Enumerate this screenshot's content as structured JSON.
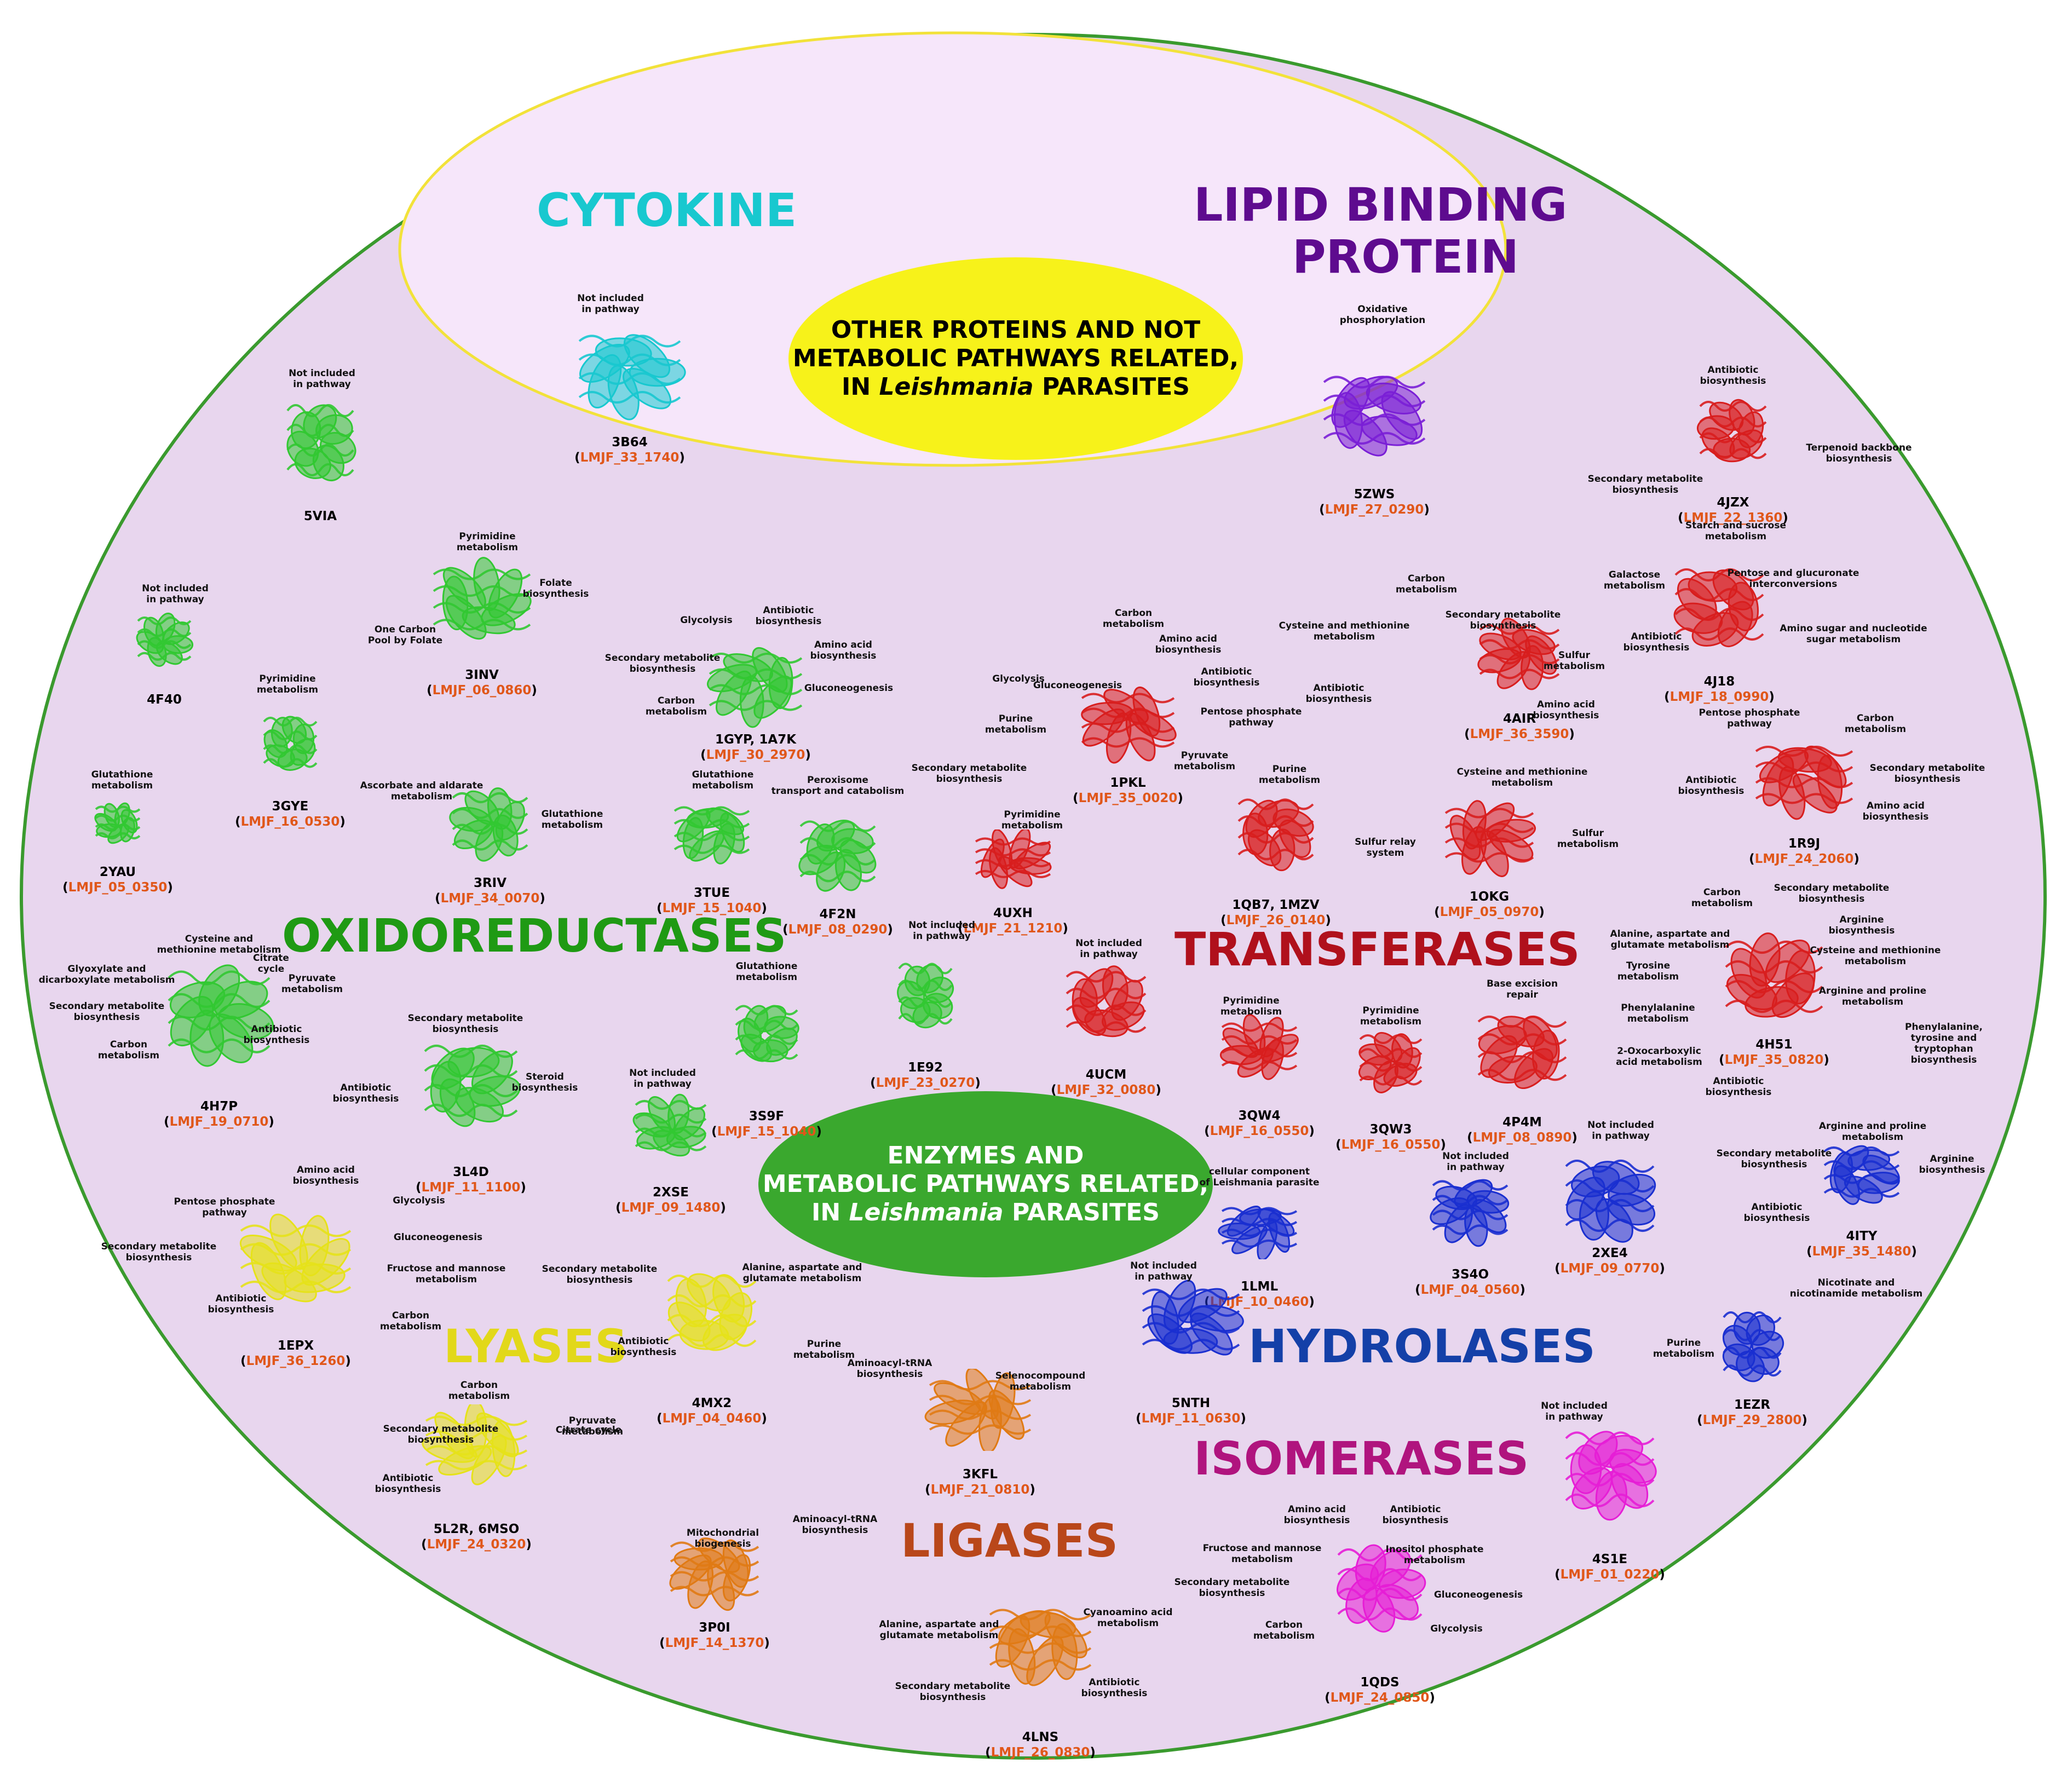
{
  "colors": {
    "outer_fill": "#e8d6ee",
    "outer_stroke": "#3a9a2e",
    "inner_fill": "#f6e6fa",
    "inner_stroke": "#f2e23a",
    "oxidoreductases": "#1f9a14",
    "transferases": "#b0101c",
    "hydrolases": "#1440a8",
    "lyases": "#e2d81a",
    "isomerases": "#b0147e",
    "ligases": "#b9471a",
    "cytokine": "#18c8cf",
    "lipid": "#5e0b8f",
    "code": "#e0571a"
  },
  "centers": {
    "other": {
      "line1": "OTHER PROTEINS AND NOT",
      "line2": "METABOLIC PATHWAYS RELATED,",
      "line3_pre": "IN ",
      "line3_italic": "Leishmania",
      "line3_post": " PARASITES"
    },
    "enzymes": {
      "line1": "ENZYMES AND",
      "line2": "METABOLIC PATHWAYS RELATED,",
      "line3_pre": "IN ",
      "line3_italic": "Leishmania",
      "line3_post": " PARASITES"
    }
  },
  "categories": {
    "cytokine": "CYTOKINE",
    "lipid1": "LIPID BINDING",
    "lipid2": "PROTEIN",
    "oxidoreductases": "OXIDOREDUCTASES",
    "transferases": "TRANSFERASES",
    "hydrolases": "HYDROLASES",
    "lyases": "LYASES",
    "isomerases": "ISOMERASES",
    "ligases": "LIGASES"
  },
  "proteins": [
    {
      "pdb": "3B64",
      "gene": "LMJF_33_1740",
      "icon": "cyan-protein-icon",
      "color": "#18c8cf"
    },
    {
      "pdb": "5ZWS",
      "gene": "LMJF_27_0290",
      "icon": "purple-protein-icon",
      "color": "#7a1fd6"
    },
    {
      "pdb": "5VIA",
      "gene": "",
      "icon": "green-protein-icon",
      "color": "#32c832"
    },
    {
      "pdb": "4F40",
      "gene": "",
      "icon": "green-protein-icon",
      "color": "#32c832"
    },
    {
      "pdb": "3INV",
      "gene": "LMJF_06_0860",
      "icon": "green-protein-icon",
      "color": "#32c832"
    },
    {
      "pdb": "3GYE",
      "gene": "LMJF_16_0530",
      "icon": "green-protein-icon",
      "color": "#32c832"
    },
    {
      "pdb": "2YAU",
      "gene": "LMJF_05_0350",
      "icon": "green-protein-icon",
      "color": "#32c832"
    },
    {
      "pdb": "3RIV",
      "gene": "LMJF_34_0070",
      "icon": "green-protein-icon",
      "color": "#32c832"
    },
    {
      "pdb": "1GYP, 1A7K",
      "gene": "LMJF_30_2970",
      "icon": "green-protein-icon",
      "color": "#32c832"
    },
    {
      "pdb": "3TUE",
      "gene": "LMJF_15_1040",
      "icon": "green-protein-icon",
      "color": "#32c832"
    },
    {
      "pdb": "4F2N",
      "gene": "LMJF_08_0290",
      "icon": "green-protein-icon",
      "color": "#32c832"
    },
    {
      "pdb": "4H7P",
      "gene": "LMJF_19_0710",
      "icon": "green-protein-icon",
      "color": "#32c832"
    },
    {
      "pdb": "3L4D",
      "gene": "LMJF_11_1100",
      "icon": "green-protein-icon",
      "color": "#32c832"
    },
    {
      "pdb": "3S9F",
      "gene": "LMJF_15_1040",
      "icon": "green-protein-icon",
      "color": "#32c832"
    },
    {
      "pdb": "1E92",
      "gene": "LMJF_23_0270",
      "icon": "green-protein-icon",
      "color": "#32c832"
    },
    {
      "pdb": "2XSE",
      "gene": "LMJF_09_1480",
      "icon": "green-protein-icon",
      "color": "#32c832"
    },
    {
      "pdb": "4JZX",
      "gene": "LMJF_22_1360",
      "icon": "red-protein-icon",
      "color": "#d81e1e"
    },
    {
      "pdb": "4J18",
      "gene": "LMJF_18_0990",
      "icon": "red-protein-icon",
      "color": "#d81e1e"
    },
    {
      "pdb": "4AIR",
      "gene": "LMJF_36_3590",
      "icon": "red-protein-icon",
      "color": "#d81e1e"
    },
    {
      "pdb": "1PKL",
      "gene": "LMJF_35_0020",
      "icon": "red-protein-icon",
      "color": "#d81e1e"
    },
    {
      "pdb": "1R9J",
      "gene": "LMJF_24_2060",
      "icon": "red-protein-icon",
      "color": "#d81e1e"
    },
    {
      "pdb": "1QB7, 1MZV",
      "gene": "LMJF_26_0140",
      "icon": "red-protein-icon",
      "color": "#d81e1e"
    },
    {
      "pdb": "1OKG",
      "gene": "LMJF_05_0970",
      "icon": "red-protein-icon",
      "color": "#d81e1e"
    },
    {
      "pdb": "4UXH",
      "gene": "LMJF_21_1210",
      "icon": "red-protein-icon",
      "color": "#d81e1e"
    },
    {
      "pdb": "4UCM",
      "gene": "LMJF_32_0080",
      "icon": "red-protein-icon",
      "color": "#d81e1e"
    },
    {
      "pdb": "4H51",
      "gene": "LMJF_35_0820",
      "icon": "red-protein-icon",
      "color": "#d81e1e"
    },
    {
      "pdb": "3QW4",
      "gene": "LMJF_16_0550",
      "icon": "red-protein-icon",
      "color": "#d81e1e"
    },
    {
      "pdb": "3QW3",
      "gene": "LMJF_16_0550",
      "icon": "red-protein-icon",
      "color": "#d81e1e"
    },
    {
      "pdb": "4P4M",
      "gene": "LMJF_08_0890",
      "icon": "red-protein-icon",
      "color": "#d81e1e"
    },
    {
      "pdb": "1LML",
      "gene": "LMJF_10_0460",
      "icon": "blue-protein-icon",
      "color": "#1a2fd0"
    },
    {
      "pdb": "3S4O",
      "gene": "LMJF_04_0560",
      "icon": "blue-protein-icon",
      "color": "#1a2fd0"
    },
    {
      "pdb": "2XE4",
      "gene": "LMJF_09_0770",
      "icon": "blue-protein-icon",
      "color": "#1a2fd0"
    },
    {
      "pdb": "4ITY",
      "gene": "LMJF_35_1480",
      "icon": "blue-protein-icon",
      "color": "#1a2fd0"
    },
    {
      "pdb": "5NTH",
      "gene": "LMJF_11_0630",
      "icon": "blue-protein-icon",
      "color": "#1a2fd0"
    },
    {
      "pdb": "1EZR",
      "gene": "LMJF_29_2800",
      "icon": "blue-protein-icon",
      "color": "#1a2fd0"
    },
    {
      "pdb": "1EPX",
      "gene": "LMJF_36_1260",
      "icon": "yellow-protein-icon",
      "color": "#e6e21a"
    },
    {
      "pdb": "4MX2",
      "gene": "LMJF_04_0460",
      "icon": "yellow-protein-icon",
      "color": "#e6e21a"
    },
    {
      "pdb": "5L2R, 6MSO",
      "gene": "LMJF_24_0320",
      "icon": "yellow-protein-icon",
      "color": "#e6e21a"
    },
    {
      "pdb": "3KFL",
      "gene": "LMJF_21_0810",
      "icon": "orange-protein-icon",
      "color": "#e07a14"
    },
    {
      "pdb": "3P0I",
      "gene": "LMJF_14_1370",
      "icon": "orange-protein-icon",
      "color": "#e07a14"
    },
    {
      "pdb": "4LNS",
      "gene": "LMJF_26_0830",
      "icon": "orange-protein-icon",
      "color": "#e07a14"
    },
    {
      "pdb": "4S1E",
      "gene": "LMJF_01_0220",
      "icon": "magenta-protein-icon",
      "color": "#e61ed6"
    },
    {
      "pdb": "1QDS",
      "gene": "LMJF_24_0850",
      "icon": "magenta-protein-icon",
      "color": "#e61ed6"
    }
  ],
  "labels": [
    "Not included\nin pathway",
    "Oxidative\nphosphorylation",
    "Not included\nin pathway",
    "Not included\nin pathway",
    "Pyrimidine\nmetabolism",
    "Folate\nbiosynthesis",
    "One Carbon\nPool by Folate",
    "Pyrimidine\nmetabolism",
    "Glutathione\nmetabolism",
    "Ascorbate and aldarate\nmetabolism",
    "Glutathione\nmetabolism",
    "Glycolysis",
    "Antibiotic\nbiosynthesis",
    "Amino acid\nbiosynthesis",
    "Secondary metabolite\nbiosynthesis",
    "Carbon\nmetabolism",
    "Gluconeogenesis",
    "Glutathione\nmetabolism",
    "Peroxisome\ntransport and catabolism",
    "Cysteine and\nmethionine metabolism",
    "Citrate\ncycle",
    "Glyoxylate and\ndicarboxylate metabolism",
    "Pyruvate\nmetabolism",
    "Secondary metabolite\nbiosynthesis",
    "Antibiotic\nbiosynthesis",
    "Carbon\nmetabolism",
    "Secondary metabolite\nbiosynthesis",
    "Steroid\nbiosynthesis",
    "Antibiotic\nbiosynthesis",
    "Glutathione\nmetabolism",
    "Not included\nin pathway",
    "Not included\nin pathway",
    "Antibiotic\nbiosynthesis",
    "Terpenoid backbone\nbiosynthesis",
    "Secondary metabolite\nbiosynthesis",
    "Starch and sucrose\nmetabolism",
    "Galactose\nmetabolism",
    "Pentose and glucuronate\ninterconversions",
    "Amino sugar and nucleotide\nsugar metabolism",
    "Antibiotic\nbiosynthesis",
    "Carbon\nmetabolism",
    "Cysteine and methionine\nmetabolism",
    "Secondary metabolite\nbiosynthesis",
    "Sulfur\nmetabolism",
    "Antibiotic\nbiosynthesis",
    "Amino acid\nbiosynthesis",
    "Carbon\nmetabolism",
    "Amino acid\nbiosynthesis",
    "Gluconeogenesis",
    "Antibiotic\nbiosynthesis",
    "Glycolysis",
    "Pentose phosphate\npathway",
    "Purine\nmetabolism",
    "Pyruvate\nmetabolism",
    "Secondary metabolite\nbiosynthesis",
    "Pentose phosphate\npathway",
    "Carbon\nmetabolism",
    "Antibiotic\nbiosynthesis",
    "Secondary metabolite\nbiosynthesis",
    "Amino acid\nbiosynthesis",
    "Purine\nmetabolism",
    "Cysteine and methionine\nmetabolism",
    "Sulfur relay\nsystem",
    "Sulfur\nmetabolism",
    "Pyrimidine\nmetabolism",
    "Not included\nin pathway",
    "Carbon\nmetabolism",
    "Secondary metabolite\nbiosynthesis",
    "Alanine, aspartate and\nglutamate metabolism",
    "Arginine\nbiosynthesis",
    "Tyrosine\nmetabolism",
    "Cysteine and methionine\nmetabolism",
    "Phenylalanine\nmetabolism",
    "Arginine and proline\nmetabolism",
    "2-Oxocarboxylic\nacid metabolism",
    "Phenylalanine, tyrosine and\ntryptophan biosynthesis",
    "Antibiotic\nbiosynthesis",
    "Pyrimidine\nmetabolism",
    "Pyrimidine\nmetabolism",
    "Base excision\nrepair",
    "cellular component\nof Leishmania parasite",
    "Not included\nin pathway",
    "Not included\nin pathway",
    "Arginine and proline\nmetabolism",
    "Secondary metabolite\nbiosynthesis",
    "Arginine\nbiosynthesis",
    "Antibiotic\nbiosynthesis",
    "Not included\nin pathway",
    "Nicotinate and\nnicotinamide metabolism",
    "Purine\nmetabolism",
    "Amino acid\nbiosynthesis",
    "Pentose phosphate\npathway",
    "Glycolysis",
    "Secondary metabolite\nbiosynthesis",
    "Gluconeogenesis",
    "Fructose and mannose\nmetabolism",
    "Antibiotic\nbiosynthesis",
    "Carbon\nmetabolism",
    "Secondary metabolite\nbiosynthesis",
    "Alanine, aspartate and\nglutamate metabolism",
    "Antibiotic\nbiosynthesis",
    "Purine\nmetabolism",
    "Carbon\nmetabolism",
    "Secondary metabolite\nbiosynthesis",
    "Citrate cycle",
    "Antibiotic\nbiosynthesis",
    "Pyruvate\nmetabolism",
    "Aminoacyl-tRNA\nbiosynthesis",
    "Selenocompound\nmetabolism",
    "Mitochondrial\nbiogenesis",
    "Aminoacyl-tRNA\nbiosynthesis",
    "Alanine, aspartate and\nglutamate metabolism",
    "Cyanoamino acid\nmetabolism",
    "Secondary metabolite\nbiosynthesis",
    "Antibiotic\nbiosynthesis",
    "Not included\nin pathway",
    "Amino acid\nbiosynthesis",
    "Antibiotic\nbiosynthesis",
    "Fructose and mannose\nmetabolism",
    "Inositol phosphate\nmetabolism",
    "Secondary metabolite\nbiosynthesis",
    "Gluconeogenesis",
    "Carbon\nmetabolism",
    "Glycolysis"
  ]
}
